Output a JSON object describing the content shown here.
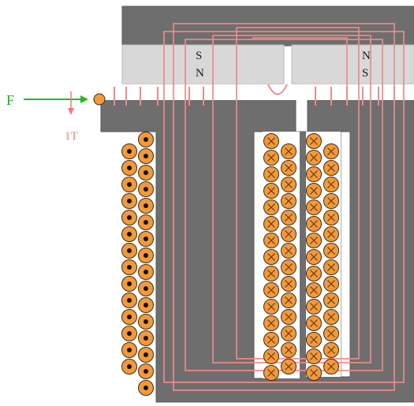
{
  "labels": {
    "force": "F",
    "current": "1T",
    "magnet_left_top": "S",
    "magnet_left_bottom": "N",
    "magnet_right_top": "N",
    "magnet_right_bottom": "S"
  },
  "colors": {
    "core": "#6e6e6e",
    "core_edge": "#5a5a5a",
    "magnet": "#d8d8d8",
    "flux": "#f08a8a",
    "coil_fill": "#f29a3a",
    "coil_edge": "#3a2a1a",
    "force_arrow": "#22bb22",
    "label_text": "#1a1a1a",
    "force_text": "#22aa22",
    "current_text": "#f07b7b"
  },
  "coils": {
    "left_column_a": {
      "symbol": "dot",
      "count": 14
    },
    "left_column_b": {
      "symbol": "dot",
      "count": 16
    },
    "center_column_a": {
      "symbol": "cross",
      "count": 15
    },
    "center_column_b": {
      "symbol": "cross",
      "count": 14
    },
    "right_column_a": {
      "symbol": "cross",
      "count": 15
    },
    "right_column_b": {
      "symbol": "cross",
      "count": 14
    }
  },
  "icons": {
    "dot_symbol": "dot-out-of-page",
    "cross_symbol": "cross-into-page"
  }
}
